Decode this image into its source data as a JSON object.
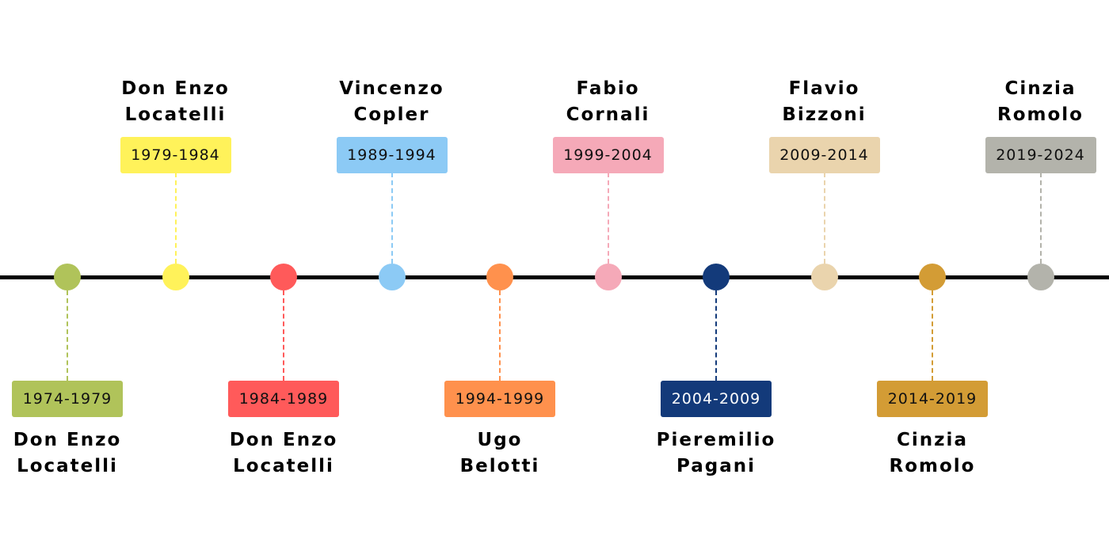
{
  "timeline": {
    "items": [
      {
        "period": "1974-1979",
        "name_line1": "Don Enzo",
        "name_line2": "Locatelli",
        "color": "#b0c35a",
        "side": "below",
        "text_color": "#111111"
      },
      {
        "period": "1979-1984",
        "name_line1": "Don Enzo",
        "name_line2": "Locatelli",
        "color": "#fff25a",
        "side": "above",
        "text_color": "#111111"
      },
      {
        "period": "1984-1989",
        "name_line1": "Don Enzo",
        "name_line2": "Locatelli",
        "color": "#ff5a5a",
        "side": "below",
        "text_color": "#111111"
      },
      {
        "period": "1989-1994",
        "name_line1": "Vincenzo",
        "name_line2": "Copler",
        "color": "#8ccaf5",
        "side": "above",
        "text_color": "#111111"
      },
      {
        "period": "1994-1999",
        "name_line1": "Ugo",
        "name_line2": "Belotti",
        "color": "#ff914d",
        "side": "below",
        "text_color": "#111111"
      },
      {
        "period": "1999-2004",
        "name_line1": "Fabio",
        "name_line2": "Cornali",
        "color": "#f5a9b8",
        "side": "above",
        "text_color": "#111111"
      },
      {
        "period": "2004-2009",
        "name_line1": "Pieremilio",
        "name_line2": "Pagani",
        "color": "#133a7a",
        "side": "below",
        "text_color": "#ffffff"
      },
      {
        "period": "2009-2014",
        "name_line1": "Flavio",
        "name_line2": "Bizzoni",
        "color": "#ead4ad",
        "side": "above",
        "text_color": "#111111"
      },
      {
        "period": "2014-2019",
        "name_line1": "Cinzia",
        "name_line2": "Romolo",
        "color": "#d39c35",
        "side": "below",
        "text_color": "#111111"
      },
      {
        "period": "2019-2024",
        "name_line1": "Cinzia",
        "name_line2": "Romolo",
        "color": "#b3b3ab",
        "side": "above",
        "text_color": "#111111"
      }
    ]
  }
}
